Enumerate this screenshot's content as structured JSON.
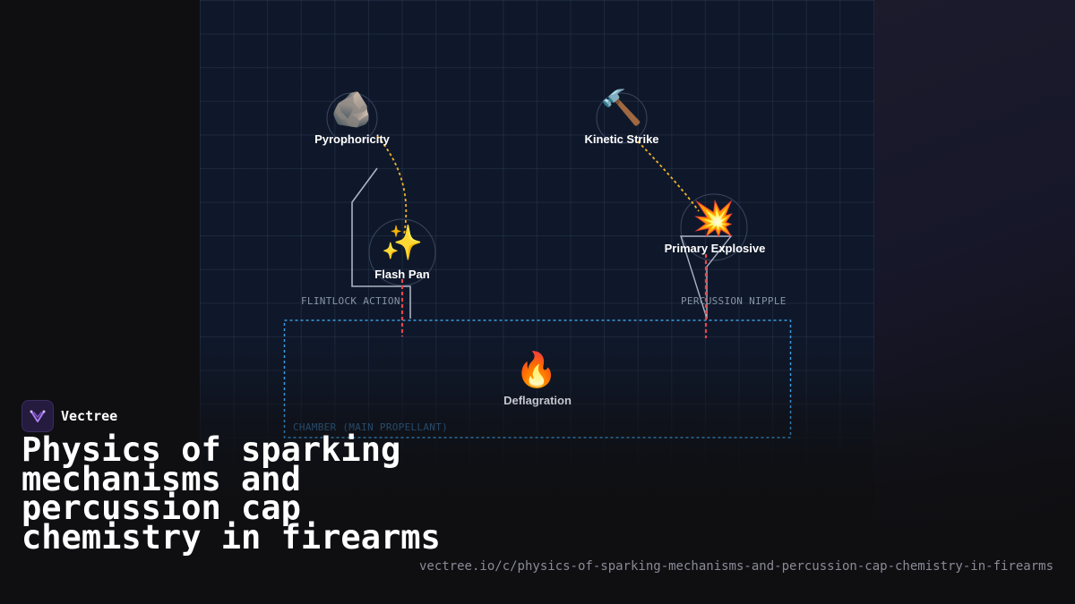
{
  "diagram": {
    "nodes": [
      {
        "id": "pyrophoricity",
        "label": "Pyrophoricity",
        "icon": "rock-icon",
        "glyph": "🪨"
      },
      {
        "id": "kinetic-strike",
        "label": "Kinetic Strike",
        "icon": "hammer-icon",
        "glyph": "🔨"
      },
      {
        "id": "flash-pan",
        "label": "Flash Pan",
        "icon": "sparkles-icon",
        "glyph": "✨"
      },
      {
        "id": "primary-explosive",
        "label": "Primary Explosive",
        "icon": "collision-icon",
        "glyph": "💥"
      },
      {
        "id": "deflagration",
        "label": "Deflagration",
        "icon": "fire-icon",
        "glyph": "🔥"
      }
    ],
    "regions": {
      "flintlock": "FLINTLOCK ACTION",
      "nipple": "PERCUSSION NIPPLE",
      "chamber": "CHAMBER (MAIN PROPELLANT)"
    },
    "colors": {
      "yellow_link": "#f0b429",
      "red_link": "#e5484d",
      "chamber_border": "#3b9be0",
      "outline": "#aab4c3"
    }
  },
  "brand": {
    "name": "Vectree"
  },
  "title": "Physics of sparking mechanisms and percussion cap chemistry in firearms",
  "url": "vectree.io/c/physics-of-sparking-mechanisms-and-percussion-cap-chemistry-in-firearms"
}
